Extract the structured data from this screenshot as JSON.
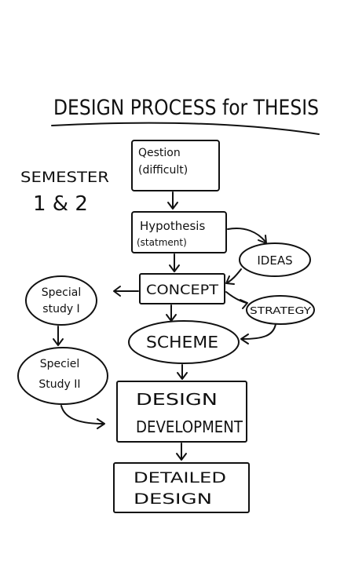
{
  "title": "DESIGN PROCESS for THESIS",
  "semester": {
    "line1": "SEMESTER",
    "line2": "1 & 2"
  },
  "nodes": {
    "question": {
      "line1": "Qestion",
      "line2": "(difficult)"
    },
    "hypothesis": {
      "line1": "Hypothesis",
      "line2": "(statment)"
    },
    "concept": {
      "label": "CONCEPT"
    },
    "ideas": {
      "label": "IDEAS"
    },
    "strategy": {
      "label": "STRATEGY"
    },
    "special_study_1": {
      "line1": "Special",
      "line2": "study I"
    },
    "special_study_2": {
      "line1": "Speciel",
      "line2": "Study II"
    },
    "scheme": {
      "label": "SCHEME"
    },
    "design_development": {
      "line1": "DESIGN",
      "line2": "DEVELOPMENT"
    },
    "detailed_design": {
      "line1": "DETAILED",
      "line2": "DESIGN"
    }
  }
}
